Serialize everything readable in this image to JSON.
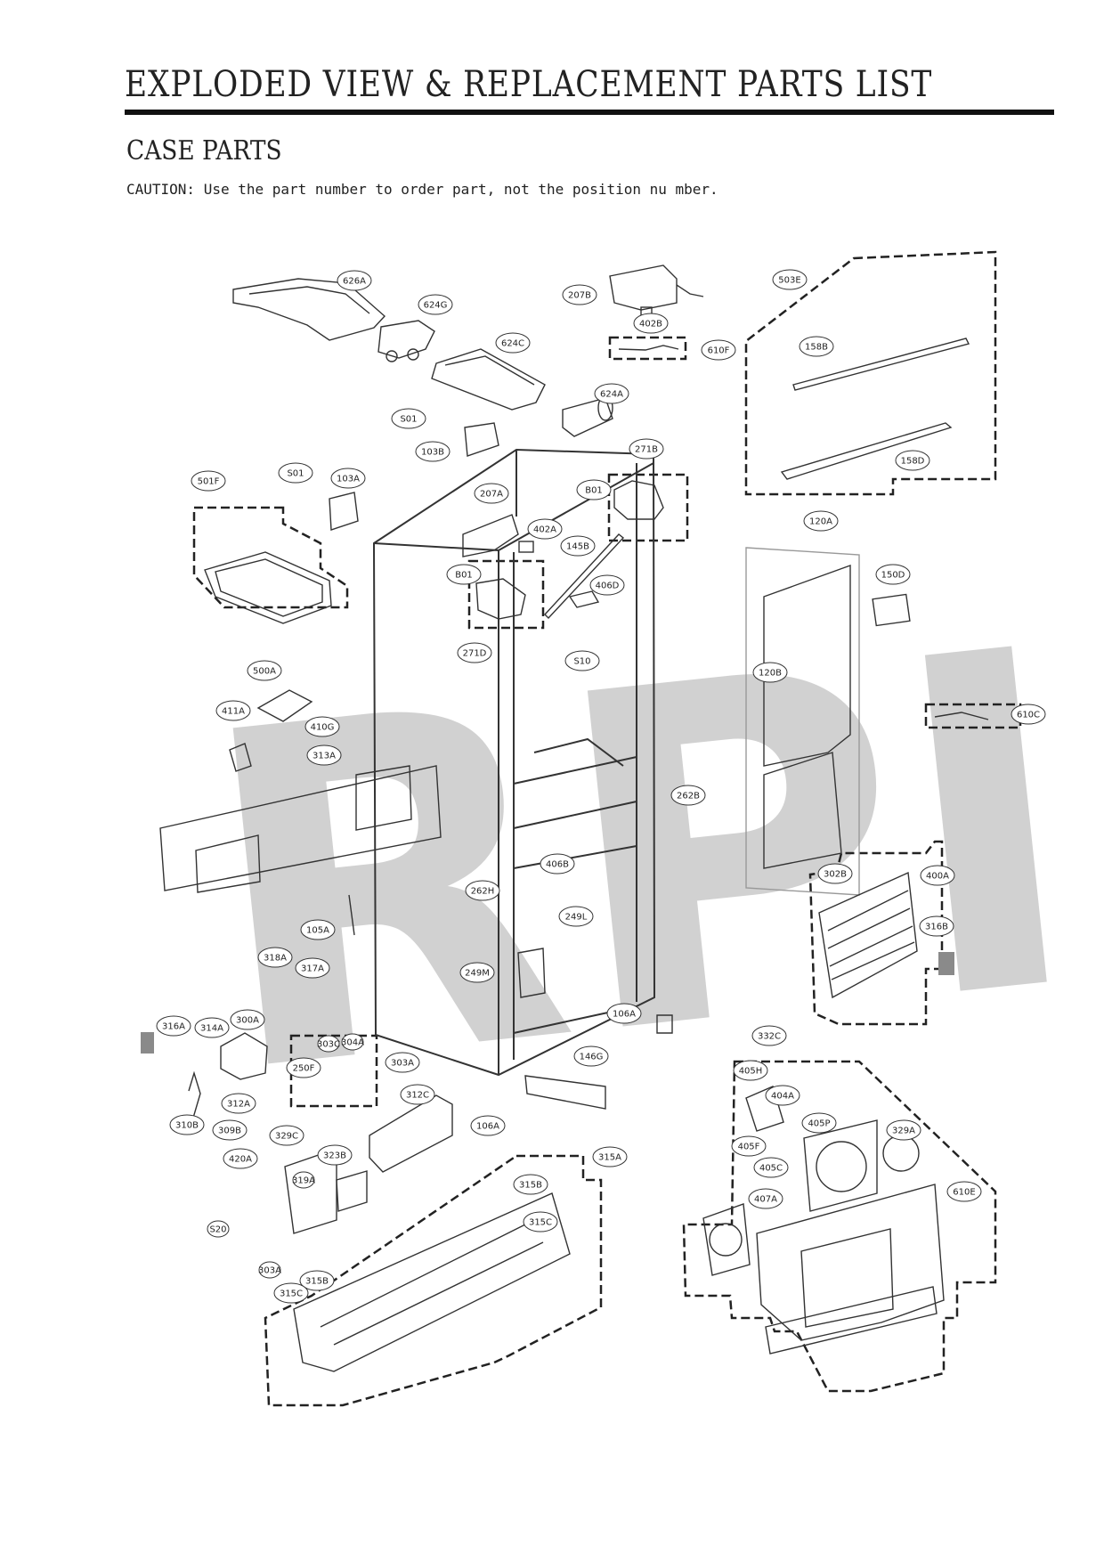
{
  "header": {
    "title": "EXPLODED VIEW & REPLACEMENT PARTS LIST",
    "subtitle": "CASE PARTS",
    "caution": "CAUTION: Use the part number to order part, not the position nu mber."
  },
  "watermark": "RPI",
  "callouts": [
    {
      "id": "626A"
    },
    {
      "id": "624G"
    },
    {
      "id": "624C"
    },
    {
      "id": "624A"
    },
    {
      "id": "207B"
    },
    {
      "id": "402B"
    },
    {
      "id": "610F"
    },
    {
      "id": "503E"
    },
    {
      "id": "158B"
    },
    {
      "id": "158D"
    },
    {
      "id": "S01"
    },
    {
      "id": "103B"
    },
    {
      "id": "271B"
    },
    {
      "id": "B01"
    },
    {
      "id": "501F"
    },
    {
      "id": "S01"
    },
    {
      "id": "103A"
    },
    {
      "id": "207A"
    },
    {
      "id": "402A"
    },
    {
      "id": "145B"
    },
    {
      "id": "B01"
    },
    {
      "id": "406D"
    },
    {
      "id": "S10"
    },
    {
      "id": "271D"
    },
    {
      "id": "120A"
    },
    {
      "id": "150D"
    },
    {
      "id": "120B"
    },
    {
      "id": "610C"
    },
    {
      "id": "500A"
    },
    {
      "id": "411A"
    },
    {
      "id": "410G"
    },
    {
      "id": "313A"
    },
    {
      "id": "262B"
    },
    {
      "id": "406B"
    },
    {
      "id": "262H"
    },
    {
      "id": "249L"
    },
    {
      "id": "302B"
    },
    {
      "id": "400A"
    },
    {
      "id": "316B"
    },
    {
      "id": "105A"
    },
    {
      "id": "318A"
    },
    {
      "id": "317A"
    },
    {
      "id": "249M"
    },
    {
      "id": "106A"
    },
    {
      "id": "316A"
    },
    {
      "id": "314A"
    },
    {
      "id": "300A"
    },
    {
      "id": "303C"
    },
    {
      "id": "304A"
    },
    {
      "id": "250F"
    },
    {
      "id": "303A"
    },
    {
      "id": "312A"
    },
    {
      "id": "310B"
    },
    {
      "id": "146G"
    },
    {
      "id": "312C"
    },
    {
      "id": "106A"
    },
    {
      "id": "309B"
    },
    {
      "id": "329C"
    },
    {
      "id": "420A"
    },
    {
      "id": "319A"
    },
    {
      "id": "323B"
    },
    {
      "id": "S20"
    },
    {
      "id": "303A"
    },
    {
      "id": "315A"
    },
    {
      "id": "315B"
    },
    {
      "id": "315C"
    },
    {
      "id": "315B"
    },
    {
      "id": "315C"
    },
    {
      "id": "332C"
    },
    {
      "id": "405H"
    },
    {
      "id": "404A"
    },
    {
      "id": "405P"
    },
    {
      "id": "329A"
    },
    {
      "id": "405F"
    },
    {
      "id": "405C"
    },
    {
      "id": "407A"
    },
    {
      "id": "610E"
    }
  ]
}
